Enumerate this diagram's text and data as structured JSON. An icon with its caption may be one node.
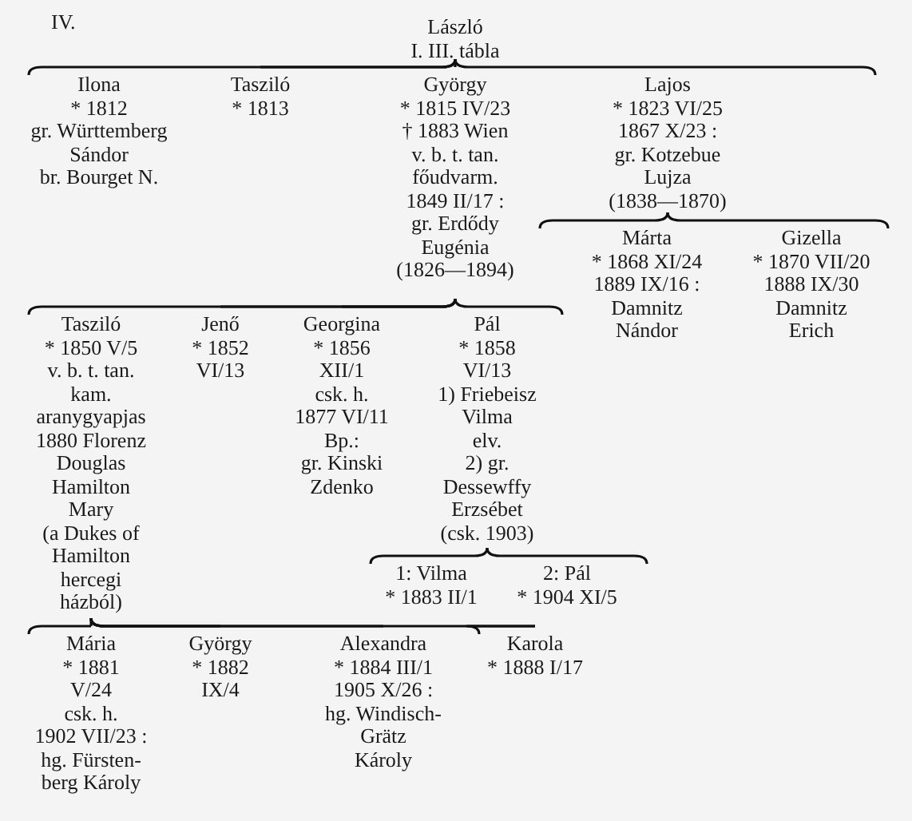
{
  "diagram": {
    "nodes": [
      {
        "text": [
          "László",
          "I. III. tábla"
        ]
      },
      {
        "text": [
          "Ilona",
          "* 1812",
          "gr. Württemberg",
          "Sándor",
          "br. Bourget N."
        ]
      },
      {
        "text": [
          "Tasziló",
          "* 1813"
        ]
      },
      {
        "text": [
          "György",
          "* 1815 IV/23",
          "† 1883 Wien",
          "v. b. t. tan.",
          "főudvarm.",
          "1849 II/17 :",
          "gr. Erdődy",
          "Eugénia",
          "(1826—1894)"
        ]
      },
      {
        "text": [
          "Lajos",
          "* 1823 VI/25",
          "1867 X/23 :",
          "gr. Kotzebue",
          "Lujza",
          "(1838—1870)"
        ]
      },
      {
        "text": [
          "Márta",
          "* 1868 XI/24",
          "1889 IX/16 :",
          "Damnitz",
          "Nándor"
        ]
      },
      {
        "text": [
          "Gizella",
          "* 1870 VII/20",
          "1888 IX/30",
          "Damnitz",
          "Erich"
        ]
      },
      {
        "text": [
          "Tasziló",
          "* 1850 V/5",
          "v. b. t. tan.",
          "kam.",
          "aranygyapjas",
          "1880 Florenz",
          "Douglas",
          "Hamilton",
          "Mary",
          "(a Dukes of",
          "Hamilton",
          "hercegi",
          "házból)"
        ]
      },
      {
        "text": [
          "Jenő",
          "* 1852",
          "VI/13"
        ]
      },
      {
        "text": [
          "Georgina",
          "* 1856",
          "XII/1",
          "csk. h.",
          "1877 VI/11",
          "Bp.:",
          "gr. Kinski",
          "Zdenko"
        ]
      },
      {
        "text": [
          "Pál",
          "* 1858",
          "VI/13",
          "1) Friebeisz",
          "Vilma",
          "elv.",
          "2) gr.",
          "Dessewffy",
          "Erzsébet",
          "(csk. 1903)"
        ]
      },
      {
        "text": [
          "1: Vilma",
          "* 1883 II/1"
        ]
      },
      {
        "text": [
          "2: Pál",
          "* 1904 XI/5"
        ]
      },
      {
        "text": [
          "Mária",
          "* 1881",
          "V/24",
          "csk. h.",
          "1902 VII/23 :",
          "hg. Fürsten-",
          "berg Károly"
        ]
      },
      {
        "text": [
          "György",
          "* 1882",
          "IX/4"
        ]
      },
      {
        "text": [
          "Alexandra",
          "* 1884 III/1",
          "1905 X/26 :",
          "hg. Windisch-",
          "Grätz",
          "Károly"
        ]
      },
      {
        "text": [
          "Karola",
          "* 1888 I/17"
        ]
      }
    ],
    "edges": [
      {
        "from": 0,
        "to": 1,
        "arrow": "none"
      },
      {
        "from": 0,
        "to": 2,
        "arrow": "none"
      },
      {
        "from": 0,
        "to": 3,
        "arrow": "none"
      },
      {
        "from": 0,
        "to": 4,
        "arrow": "none"
      },
      {
        "from": 4,
        "to": 5,
        "arrow": "none"
      },
      {
        "from": 4,
        "to": 6,
        "arrow": "none"
      },
      {
        "from": 3,
        "to": 7,
        "arrow": "none"
      },
      {
        "from": 3,
        "to": 8,
        "arrow": "none"
      },
      {
        "from": 3,
        "to": 9,
        "arrow": "none"
      },
      {
        "from": 3,
        "to": 10,
        "arrow": "none"
      },
      {
        "from": 10,
        "to": 11,
        "arrow": "none"
      },
      {
        "from": 10,
        "to": 12,
        "arrow": "none"
      },
      {
        "from": 7,
        "to": 13,
        "arrow": "none"
      },
      {
        "from": 7,
        "to": 14,
        "arrow": "none"
      },
      {
        "from": 7,
        "to": 15,
        "arrow": "none"
      },
      {
        "from": 7,
        "to": 16,
        "arrow": "none"
      }
    ],
    "labels": [
      "IV."
    ]
  }
}
